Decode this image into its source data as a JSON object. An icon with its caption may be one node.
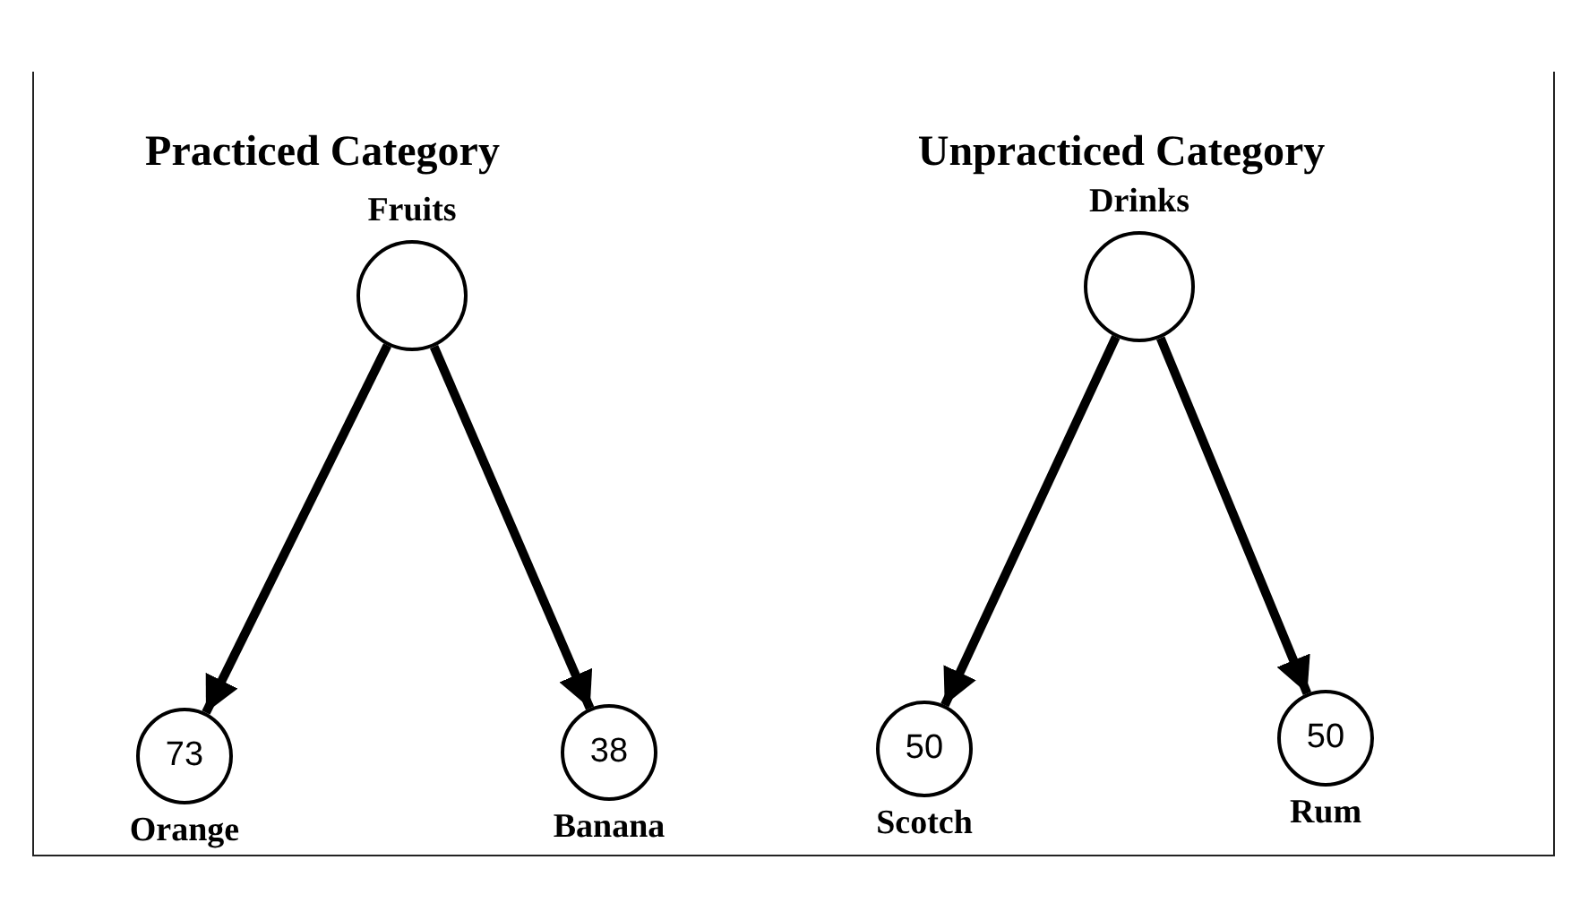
{
  "diagram": {
    "nodes": [
      {
        "text": [
          "Fruits"
        ]
      },
      {
        "text": [
          "73"
        ],
        "beside": [
          "Orange"
        ]
      },
      {
        "text": [
          "38"
        ],
        "beside": [
          "Banana"
        ]
      },
      {
        "text": [
          "Drinks"
        ]
      },
      {
        "text": [
          "50"
        ],
        "beside": [
          "Scotch"
        ]
      },
      {
        "text": [
          "50"
        ],
        "beside": [
          "Rum"
        ]
      }
    ],
    "edges": [
      {
        "from": 0,
        "to": 1,
        "arrow": "to"
      },
      {
        "from": 0,
        "to": 2,
        "arrow": "to"
      },
      {
        "from": 3,
        "to": 4,
        "arrow": "to"
      },
      {
        "from": 3,
        "to": 5,
        "arrow": "to"
      }
    ],
    "labels": [
      "Practiced Category",
      "Unpracticed Category"
    ]
  }
}
